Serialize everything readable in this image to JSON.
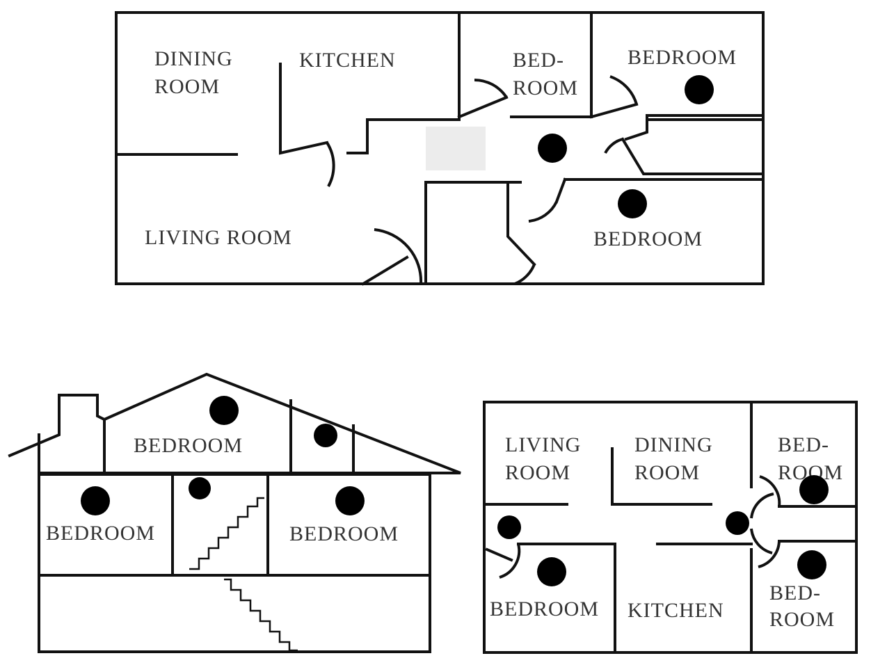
{
  "plan_top": {
    "dining_room_l1": "DINING",
    "dining_room_l2": "ROOM",
    "kitchen": "KITCHEN",
    "bedroom_small_l1": "BED-",
    "bedroom_small_l2": "ROOM",
    "bedroom_top_right": "BEDROOM",
    "living_room": "LIVING ROOM",
    "bedroom_bottom_right": "BEDROOM"
  },
  "house_section": {
    "bedroom_upper": "BEDROOM",
    "bedroom_left": "BEDROOM",
    "bedroom_right": "BEDROOM"
  },
  "plan_bottom": {
    "living_room_l1": "LIVING",
    "living_room_l2": "ROOM",
    "dining_room_l1": "DINING",
    "dining_room_l2": "ROOM",
    "bedroom_top_l1": "BED-",
    "bedroom_top_l2": "ROOM",
    "bedroom_left": "BEDROOM",
    "kitchen": "KITCHEN",
    "bedroom_bottom_l1": "BED-",
    "bedroom_bottom_l2": "ROOM"
  },
  "colors": {
    "line": "#111111",
    "marker": "#000000",
    "text": "#333333"
  }
}
